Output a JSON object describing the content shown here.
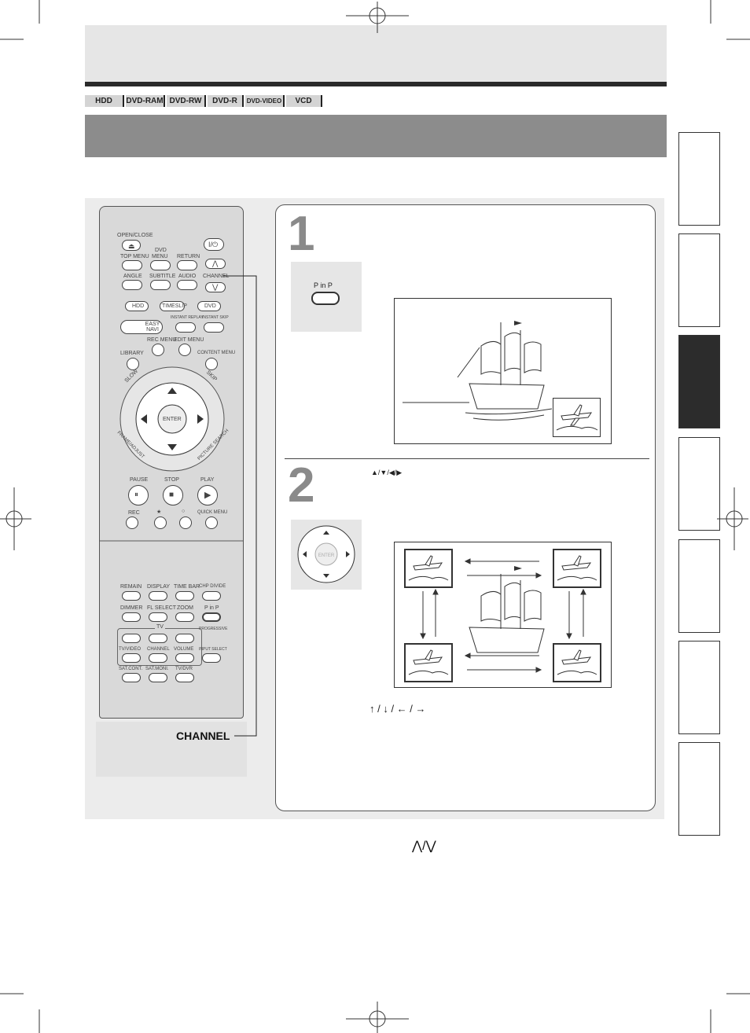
{
  "formats": [
    "HDD",
    "DVD-RAM",
    "DVD-RW",
    "DVD-R",
    "DVD-VIDEO",
    "VCD"
  ],
  "remote": {
    "top_labels": {
      "open_close": "OPEN/CLOSE",
      "power": "I/⏻",
      "dvd": "DVD",
      "top_menu": "TOP MENU",
      "menu": "MENU",
      "return": "RETURN",
      "angle": "ANGLE",
      "subtitle": "SUBTITLE",
      "audio": "AUDIO",
      "channel": "CHANNEL"
    },
    "mode_buttons": {
      "hdd": "HDD",
      "timeslip": "TIMESLIP",
      "dvd": "DVD"
    },
    "easy_navi": "EASY NAVI",
    "instant_replay": "INSTANT REPLAY",
    "instant_skip": "INSTANT SKIP",
    "rec_menu": "REC MENU",
    "edit_menu": "EDIT MENU",
    "library": "LIBRARY",
    "content_menu": "CONTENT MENU",
    "slow": "SLOW",
    "skip": "SKIP",
    "enter": "ENTER",
    "frame_adjust": "FRAME/ADJUST",
    "picture_search": "PICTURE SEARCH",
    "pause": "PAUSE",
    "stop": "STOP",
    "play": "PLAY",
    "rec": "REC",
    "star": "★",
    "circle": "○",
    "quick_menu": "QUICK MENU",
    "remain": "REMAIN",
    "display": "DISPLAY",
    "time_bar": "TIME BAR",
    "chp_divide": "CHP DIVIDE",
    "dimmer": "DIMMER",
    "fl_select": "FL SELECT",
    "zoom": "ZOOM",
    "pinp": "P in P",
    "tv": "TV",
    "progressive": "PROGRESSIVE",
    "tv_video": "TV/VIDEO",
    "tv_channel": "CHANNEL",
    "volume": "VOLUME",
    "input_select": "INPUT SELECT",
    "sat_cont": "SAT.CONT.",
    "sat_monl": "SAT.MONI.",
    "tv_dvr": "TV/DVR"
  },
  "callout_channel": "CHANNEL",
  "step1": {
    "number": "1",
    "button_label": "P in P"
  },
  "step2": {
    "number": "2",
    "arrows": "▲/▼/◀/▶",
    "arrows_text": "↑ / ↓ / ← / →"
  },
  "footer_symbol": "⋀/⋁"
}
